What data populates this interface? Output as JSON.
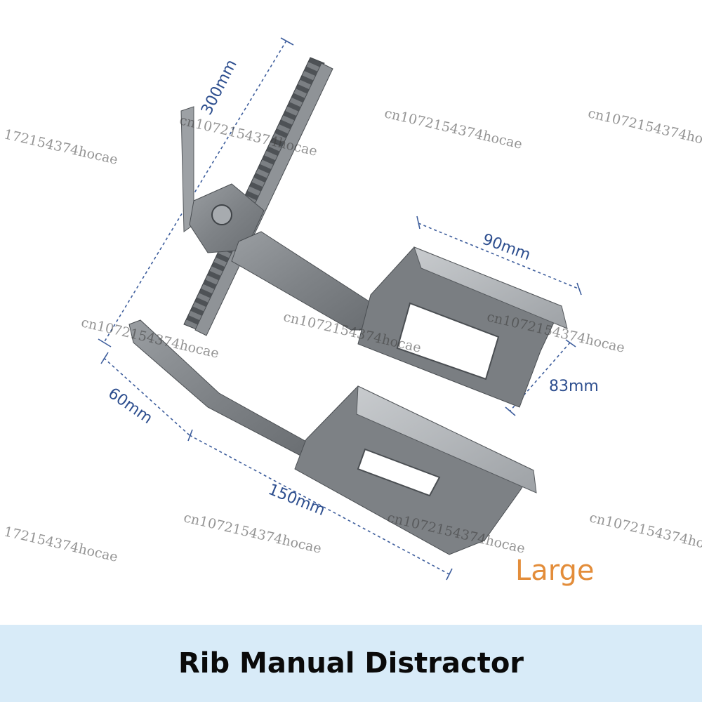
{
  "dimensions": {
    "length": "300mm",
    "blade_width": "90mm",
    "blade_depth": "83mm",
    "arm_length": "150mm",
    "arm_offset": "60mm"
  },
  "size_label": "Large",
  "watermark": "cn1072154374hocae",
  "watermark_partial": "172154374hocae",
  "banner": {
    "title": "Rib Manual Distractor"
  },
  "colors": {
    "dimension_text": "#2e4f8f",
    "size_label": "#e38d3a",
    "banner_bg": "#d8ebf8",
    "metal": "#8c9094"
  }
}
